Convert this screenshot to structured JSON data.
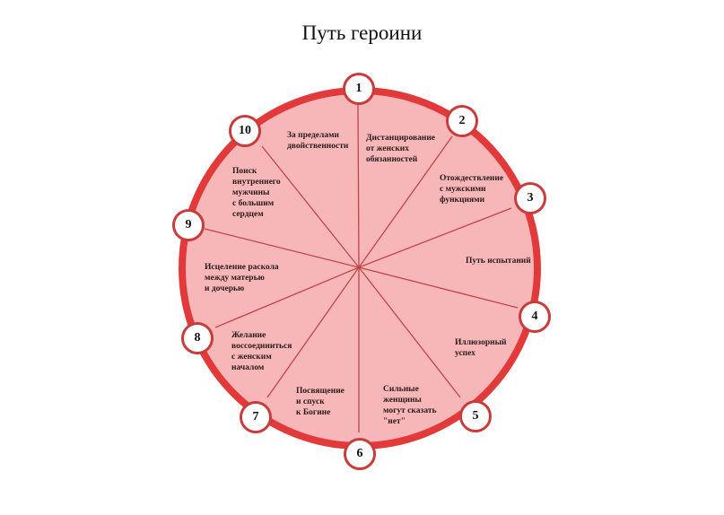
{
  "title": "Путь героини",
  "colors": {
    "fill": "#f7b6b8",
    "ring": "#e23a3a",
    "spoke": "#c0454a"
  },
  "stages": [
    {
      "number": "1",
      "label": "Дистанцирование\nот женских\nобязанностей"
    },
    {
      "number": "2",
      "label": "Отождествление\nс мужскими\nфункциями"
    },
    {
      "number": "3",
      "label": "Путь испытаний"
    },
    {
      "number": "4",
      "label": "Иллюзорный\nуспех"
    },
    {
      "number": "5",
      "label": "Сильные\nженщины\nмогут сказать\n\"нет\""
    },
    {
      "number": "6",
      "label": "Посвящение\nи спуск\nк Богине"
    },
    {
      "number": "7",
      "label": "Желание\nвоссоединиться\nс женским\n началом"
    },
    {
      "number": "8",
      "label": "Исцеление раскола\nмежду матерью\nи дочерью"
    },
    {
      "number": "9",
      "label": "Поиск\nвнутреннего\nмужчины\nс большим\n сердцем"
    },
    {
      "number": "10",
      "label": "За пределами\nдвойственности"
    }
  ]
}
